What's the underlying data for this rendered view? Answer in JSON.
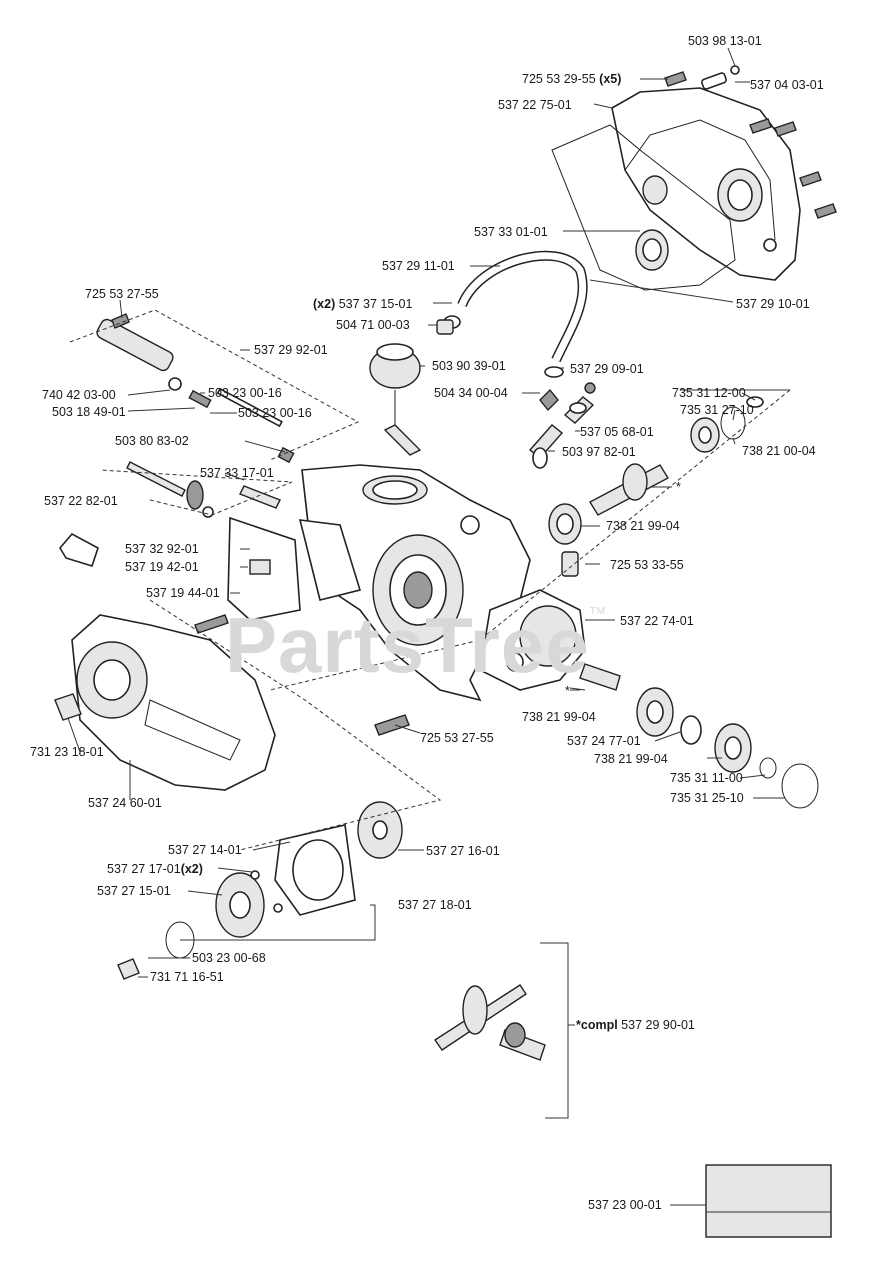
{
  "watermark": {
    "text": "PartsTree",
    "tm": "TM"
  },
  "labels": {
    "l503981301": "503 98 13-01",
    "l725532955": "725 53 29-55",
    "l725532955_qty": "(x5)",
    "l537040301": "537 04 03-01",
    "l537227501": "537 22 75-01",
    "l537330101": "537 33 01-01",
    "l537291101": "537 29 11-01",
    "l537371501_qty": "(x2)",
    "l537371501": "537 37 15-01",
    "l504710003": "504 71 00-03",
    "l537291001": "537 29 10-01",
    "l725532755a": "725 53 27-55",
    "l537299201": "537 29 92-01",
    "l503903901": "503 90 39-01",
    "l537290901": "537 29 09-01",
    "l740420300": "740 42 03-00",
    "l503230016a": "503 23 00-16",
    "l504340004": "504 34 00-04",
    "l735311200": "735 31 12-00",
    "l503184901": "503 18 49-01",
    "l503230016b": "503 23 00-16",
    "l735312710": "735 31 27-10",
    "l537056801": "537 05 68-01",
    "l503808302": "503 80 83-02",
    "l738210004": "738 21 00-04",
    "l503978201": "503 97 82-01",
    "l537331701": "537 33 17-01",
    "l537228201": "537 22 82-01",
    "l738219904a": "738 21 99-04",
    "l537329201": "537 32 92-01",
    "l537194201": "537 19 42-01",
    "l725533355": "725 53 33-55",
    "l537194401": "537 19 44-01",
    "l537227401": "537 22 74-01",
    "l738219904b": "738 21 99-04",
    "l725532755b": "725 53 27-55",
    "l537247701": "537 24 77-01",
    "l731231801": "731 23 18-01",
    "l738219904c": "738 21 99-04",
    "l735311100": "735 31 11-00",
    "l537246001": "537 24 60-01",
    "l735312510": "735 31 25-10",
    "l537271401": "537 27 14-01",
    "l537271601": "537 27 16-01",
    "l537271701": "537 27 17-01",
    "l537271701_qty": "(x2)",
    "l537271501": "537 27 15-01",
    "l537271801": "537 27 18-01",
    "l503230068": "503 23 00-68",
    "l731711651": "731 71 16-51",
    "l537299001_prefix": "*compl",
    "l537299001": "537 29 90-01",
    "l537230001": "537 23 00-01",
    "star": "*"
  }
}
